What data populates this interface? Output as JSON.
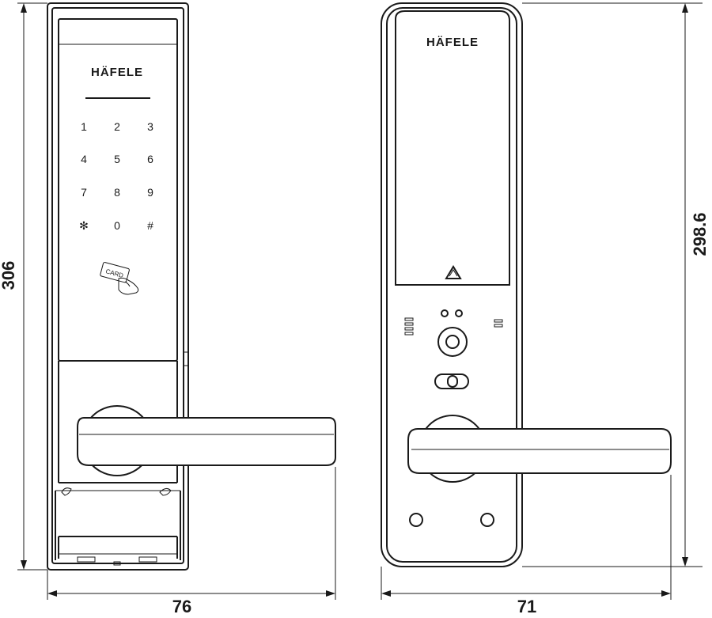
{
  "front_view": {
    "brand": "HÄFELE",
    "keypad": [
      "1",
      "2",
      "3",
      "4",
      "5",
      "6",
      "7",
      "8",
      "9",
      "✻",
      "0",
      "#"
    ],
    "card_label": "CARD"
  },
  "side_view": {
    "brand": "HÄFELE"
  },
  "dimensions": {
    "front_height": "306",
    "front_width": "76",
    "side_height": "298.6",
    "side_width": "71"
  }
}
